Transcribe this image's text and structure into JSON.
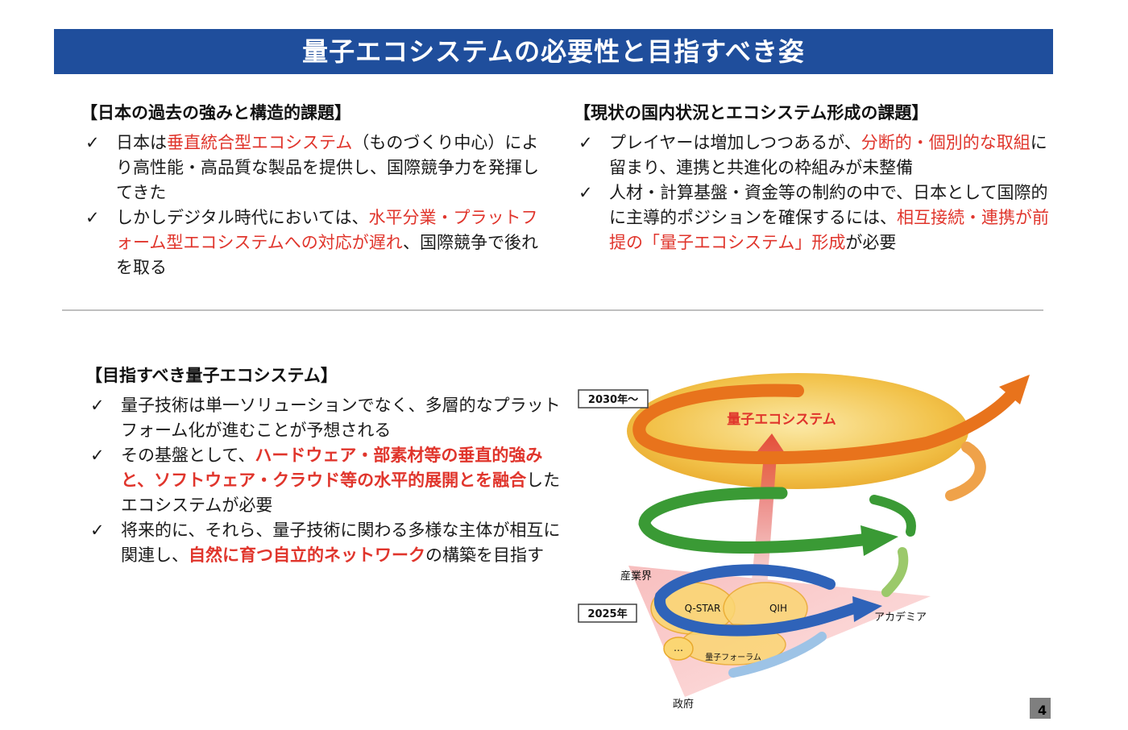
{
  "title": "量子エコシステムの必要性と目指すべき姿",
  "check_mark": "✓",
  "left_top": {
    "heading": "【日本の過去の強みと構造的課題】",
    "items": [
      {
        "pre": "日本は",
        "red": "垂直統合型エコシステム",
        "post": "（ものづくり中心）により高性能・高品質な製品を提供し、国際競争力を発揮してきた"
      },
      {
        "pre": "しかしデジタル時代においては、",
        "red": "水平分業・プラットフォーム型エコシステムへの対応が遅れ",
        "post": "、国際競争で後れを取る"
      }
    ]
  },
  "right_top": {
    "heading": "【現状の国内状況とエコシステム形成の課題】",
    "items": [
      {
        "pre": "プレイヤーは増加しつつあるが、",
        "red": "分断的・個別的な取組",
        "post": "に留まり、連携と共進化の枠組みが未整備"
      },
      {
        "pre": "人材・計算基盤・資金等の制約の中で、日本として国際的に主導的ポジションを確保するには、",
        "red": "相互接続・連携が前提の「量子エコシステム」形成",
        "post": "が必要"
      }
    ]
  },
  "bottom_left": {
    "heading": "【目指すべき量子エコシステム】",
    "items": [
      {
        "pre": "量子技術は単一ソリューションでなく、多層的なプラットフォーム化が進むことが予想される",
        "red": "",
        "post": ""
      },
      {
        "pre": "その基盤として、",
        "red": "ハードウェア・部素材等の垂直的強みと、ソフトウェア・クラウド等の水平的展開とを融合",
        "post": "したエコシステムが必要"
      },
      {
        "pre": "将来的に、それら、量子技術に関わる多様な主体が相互に関連し、",
        "red": "自然に育つ自立的ネットワーク",
        "post": "の構築を目指す"
      }
    ]
  },
  "diagram": {
    "year_top": "2030年～",
    "year_bottom": "2025年",
    "ecosystem_label": "量子エコシステム",
    "industry": "産業界",
    "academia": "アカデミア",
    "government": "政府",
    "qstar": "Q-STAR",
    "qih": "QIH",
    "forum": "量子フォーラム",
    "dots": "…",
    "colors": {
      "orange": "#e8731c",
      "green": "#3a9a35",
      "blue": "#2f63b9",
      "yellow_plate": "#f2c24a",
      "red_text": "#e0352c"
    }
  },
  "page_number": "4"
}
